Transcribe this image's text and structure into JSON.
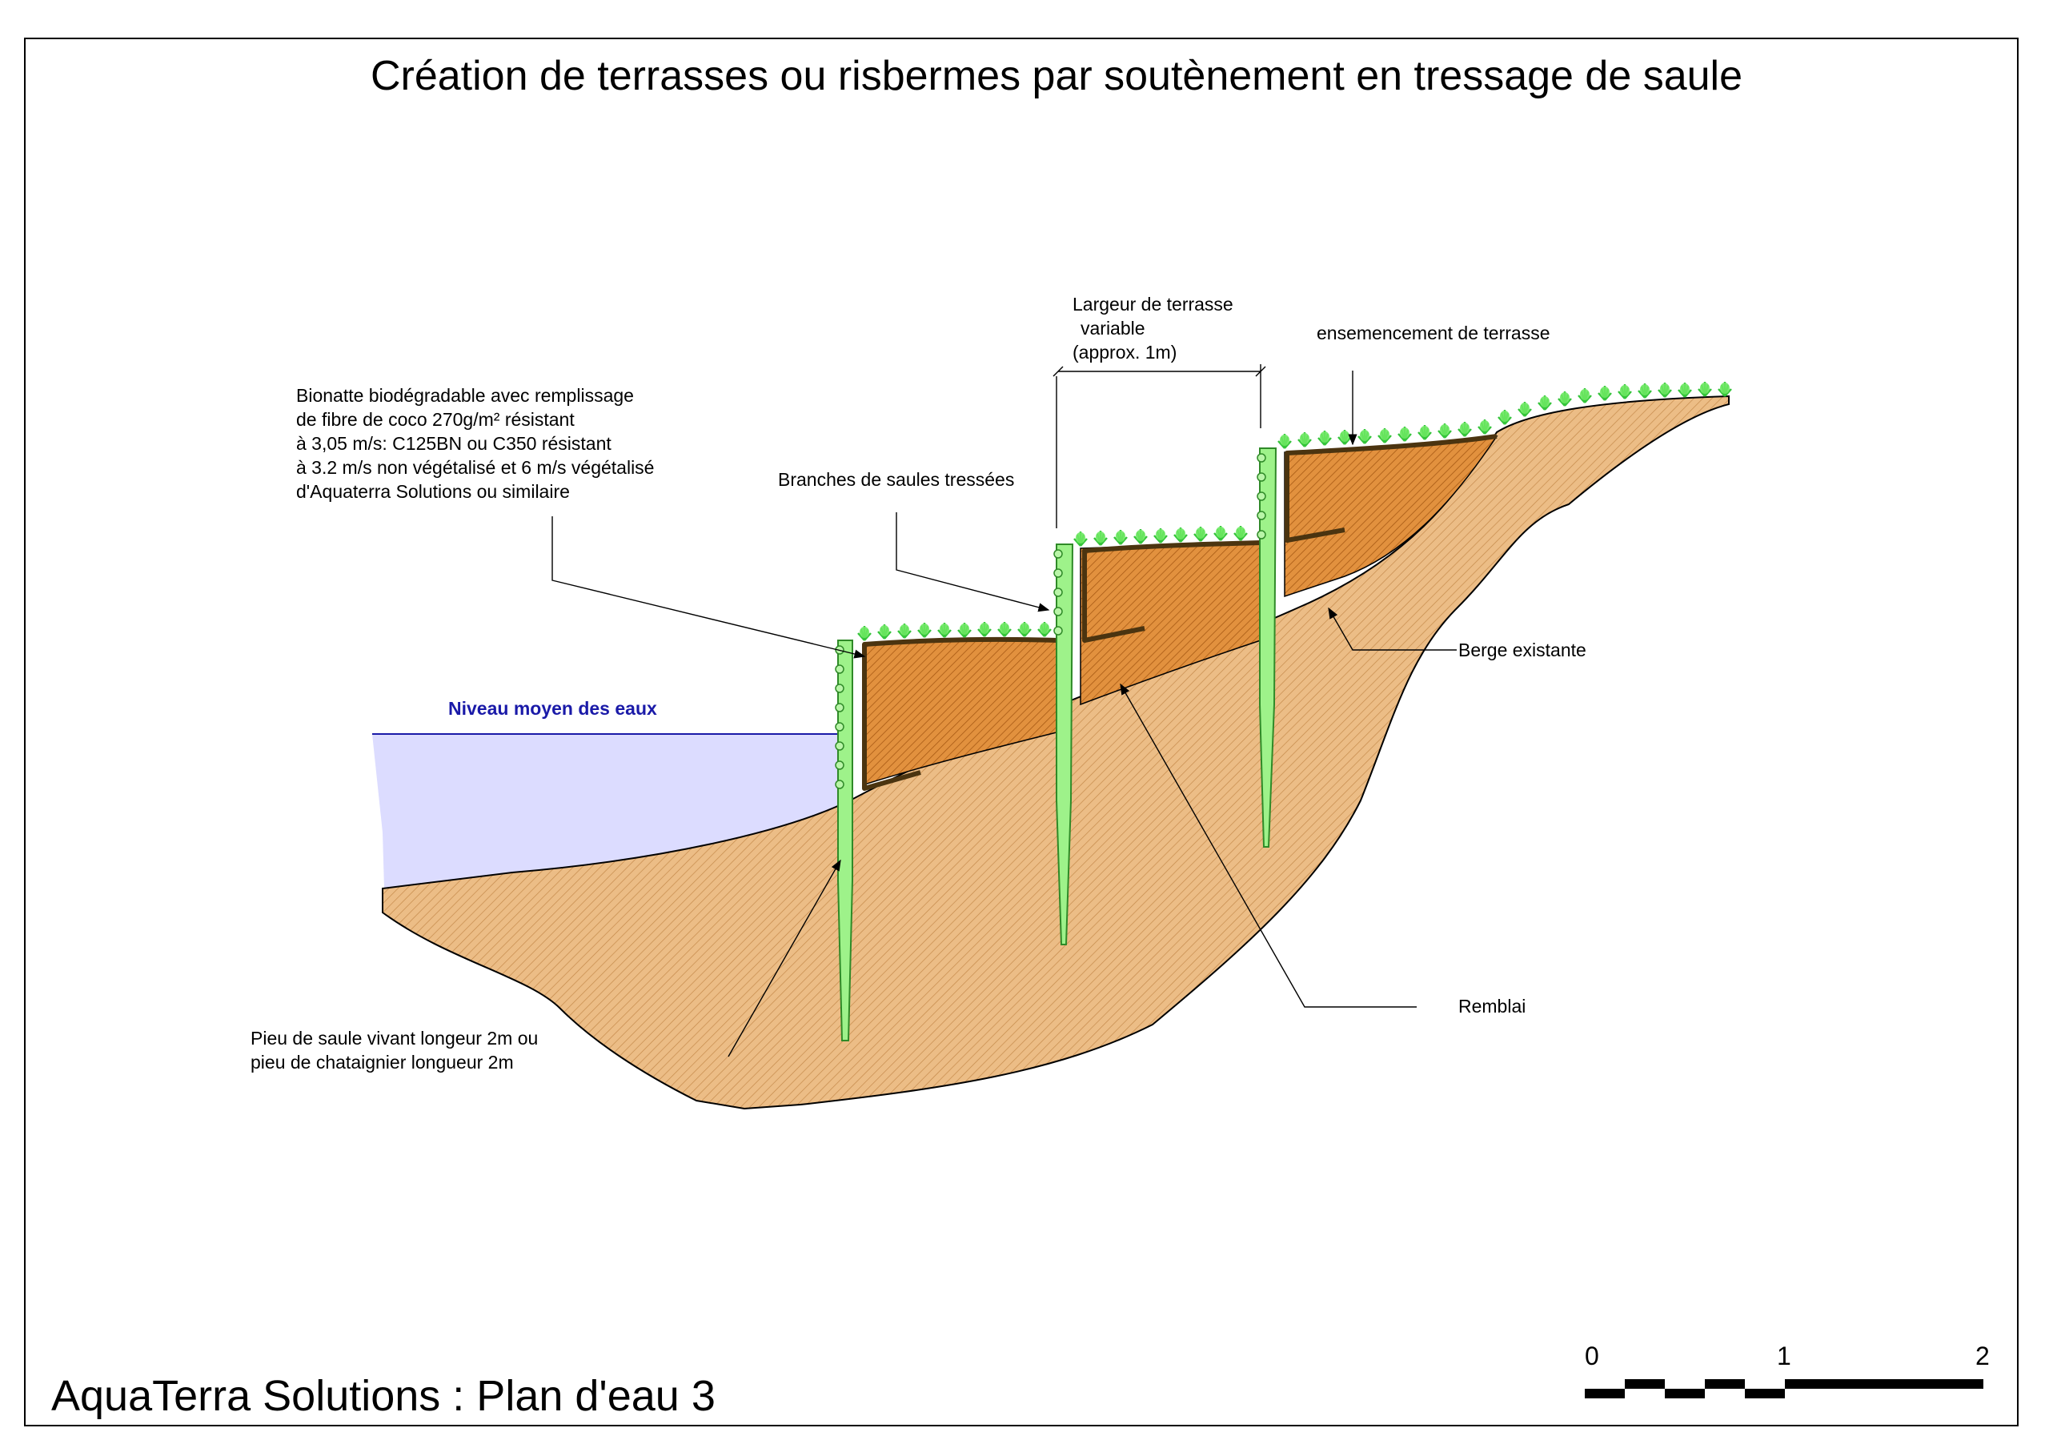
{
  "title": "Création de terrasses ou risbermes par soutènement en tressage de saule",
  "footer": "AquaTerra Solutions : Plan d'eau 3",
  "labels": {
    "bionatte": [
      "Bionatte biodégradable avec remplissage",
      "de fibre de coco  270g/m² résistant",
      "à 3,05 m/s: C125BN ou C350 résistant",
      "à 3.2 m/s  non végétalisé et 6 m/s végétalisé",
      "d'Aquaterra Solutions  ou similaire"
    ],
    "largeur": [
      "Largeur de terrasse",
      "variable",
      "(approx. 1m)"
    ],
    "ensemencement": "ensemencement de terrasse",
    "branches": "Branches de saules tressées",
    "berge": "Berge existante",
    "niveau": "Niveau moyen des eaux",
    "remblai": "Remblai",
    "pieu": [
      "Pieu de saule vivant longeur 2m ou",
      "pieu de chataignier longueur 2m"
    ]
  },
  "scale": {
    "ticks": [
      "0",
      "1",
      "2"
    ]
  },
  "colors": {
    "soil": "#e8b47c",
    "fill": "#d9832e",
    "water": "#dcdcff",
    "waterline": "#1a1aa8",
    "stake": "#9ef28a",
    "grass": "#5ee05a",
    "matting": "#4b3410"
  }
}
